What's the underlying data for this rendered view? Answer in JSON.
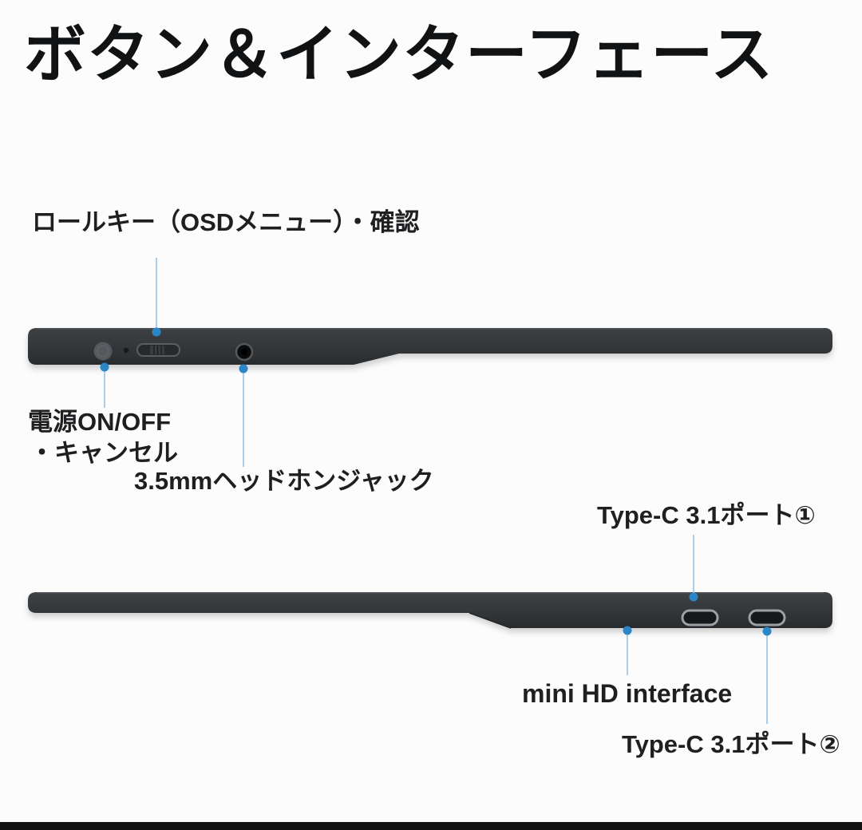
{
  "title": "ボタン＆インターフェース",
  "diagram": {
    "subject": "portable-monitor-edge-views",
    "views": [
      {
        "name": "top-edge-view",
        "features": [
          "power-button",
          "status-led",
          "roll-key",
          "headphone-jack"
        ]
      },
      {
        "name": "bottom-edge-view",
        "features": [
          "mini-hd-edge",
          "type-c-port-1",
          "type-c-port-2"
        ]
      }
    ]
  },
  "callouts": {
    "roll_key": "ロールキー（OSDメニュー）・確認",
    "power_line1": "電源ON/OFF",
    "power_line2": "・キャンセル",
    "headphone_jack": "3.5mmヘッドホンジャック",
    "type_c_port_1": "Type-C 3.1ポート①",
    "mini_hd": "mini HD interface",
    "type_c_port_2": "Type-C 3.1ポート②"
  },
  "colors": {
    "background": "#fcfcfc",
    "device_body_top": "#3b3e41",
    "device_body_bottom": "#2c2e30",
    "callout_line": "#aacde9",
    "callout_dot": "#2b86c7",
    "text": "#1e1f21",
    "footer_bar": "#121212"
  }
}
